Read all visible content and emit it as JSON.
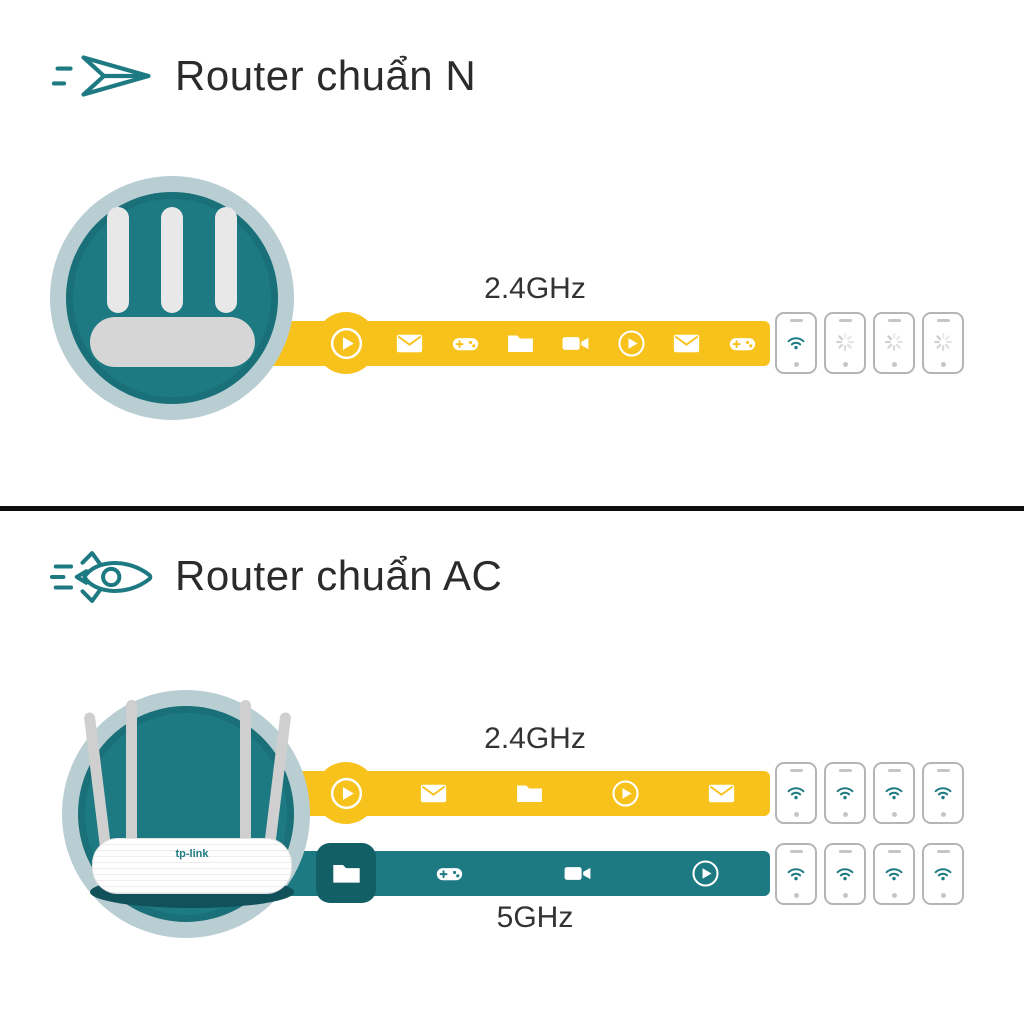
{
  "colors": {
    "teal": "#1d7a83",
    "teal_dark": "#135f66",
    "yellow": "#f8c21c",
    "outer_ring": "#b9ced3",
    "spinner": "#c9c9c9",
    "text": "#2b2b2b"
  },
  "section_n": {
    "title": "Router chuẩn N",
    "header_icon": "paper-plane-icon",
    "band": {
      "label": "2.4GHz",
      "color": "#f8c21c",
      "badge_bg": "#f8c21c",
      "badge_icon": "play",
      "icons": [
        "envelope",
        "controller",
        "folder",
        "camera",
        "play",
        "envelope",
        "controller"
      ],
      "phones": [
        "wifi",
        "spinner",
        "spinner",
        "spinner"
      ]
    }
  },
  "section_ac": {
    "title": "Router chuẩn AC",
    "header_icon": "rocket-icon",
    "router_brand": "tp-link",
    "band_24": {
      "label": "2.4GHz",
      "color": "#f8c21c",
      "badge_bg": "#f8c21c",
      "badge_icon": "play",
      "icons": [
        "envelope",
        "folder",
        "play",
        "envelope"
      ],
      "phones": [
        "wifi",
        "wifi",
        "wifi",
        "wifi"
      ]
    },
    "band_5": {
      "label": "5GHz",
      "color": "#1d7a83",
      "badge_bg": "#135f66",
      "badge_icon": "folder",
      "icons": [
        "controller",
        "camera",
        "play"
      ],
      "phones": [
        "wifi",
        "wifi",
        "wifi",
        "wifi"
      ]
    }
  }
}
